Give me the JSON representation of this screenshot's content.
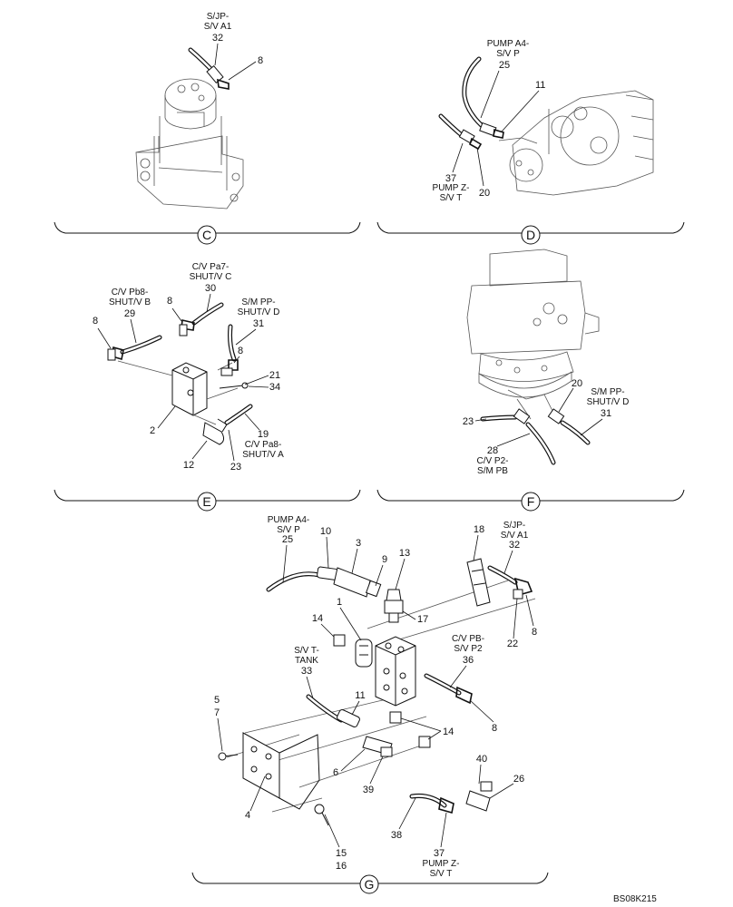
{
  "diagram_id": "BS08K215",
  "sections": [
    {
      "letter": "C",
      "texts": [
        [
          "S/JP-",
          "S/V A1"
        ]
      ],
      "numbers": [
        "32",
        "8"
      ]
    },
    {
      "letter": "D",
      "texts": [
        [
          "PUMP A4-",
          "S/V P"
        ],
        [
          "PUMP Z-",
          "S/V T"
        ]
      ],
      "numbers": [
        "25",
        "11",
        "37",
        "20"
      ]
    },
    {
      "letter": "E",
      "texts": [
        [
          "C/V Pa7-",
          "SHUT/V C"
        ],
        [
          "C/V Pb8-",
          "SHUT/V B"
        ],
        [
          "S/M PP-",
          "SHUT/V D"
        ],
        [
          "C/V Pa8-",
          "SHUT/V A"
        ]
      ],
      "numbers": [
        "30",
        "8",
        "29",
        "8",
        "31",
        "8",
        "21",
        "34",
        "2",
        "19",
        "12",
        "23"
      ]
    },
    {
      "letter": "F",
      "texts": [
        [
          "S/M PP-",
          "SHUT/V D"
        ],
        [
          "C/V P2-",
          "S/M PB"
        ]
      ],
      "numbers": [
        "20",
        "31",
        "23",
        "28"
      ]
    },
    {
      "letter": "G",
      "texts": [
        [
          "PUMP A4-",
          "S/V P"
        ],
        [
          "S/JP-",
          "S/V A1"
        ],
        [
          "S/V T-",
          "TANK"
        ],
        [
          "C/V PB-",
          "S/V P2"
        ],
        [
          "PUMP Z-",
          "S/V T"
        ]
      ],
      "numbers": [
        "25",
        "10",
        "3",
        "9",
        "13",
        "18",
        "32",
        "17",
        "1",
        "14",
        "8",
        "22",
        "33",
        "36",
        "11",
        "5",
        "7",
        "14",
        "8",
        "6",
        "39",
        "40",
        "26",
        "4",
        "38",
        "37",
        "15",
        "16"
      ]
    }
  ]
}
